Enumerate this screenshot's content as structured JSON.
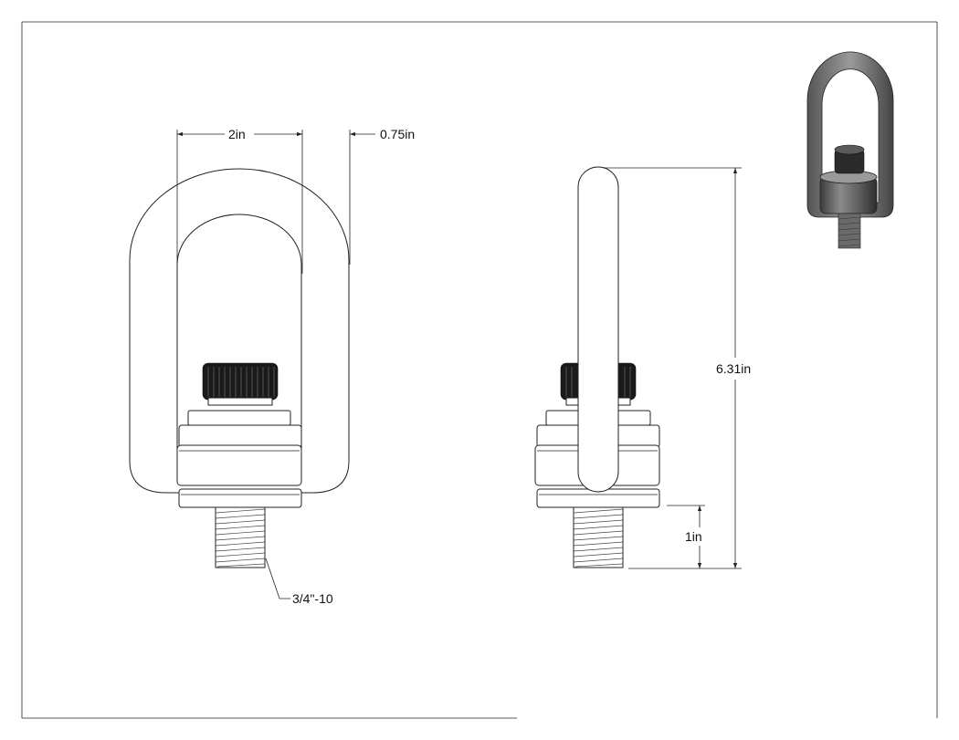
{
  "dimensions": {
    "eye_inner_width": "2in",
    "eye_section_width": "0.75in",
    "overall_height": "6.31in",
    "thread_length": "1in",
    "thread_spec": "3/4\"-10"
  },
  "colors": {
    "line": "#222222",
    "knurl": "#1a1a1a",
    "iso_body": "#6e6e6e",
    "iso_dark": "#3a3a3a"
  }
}
